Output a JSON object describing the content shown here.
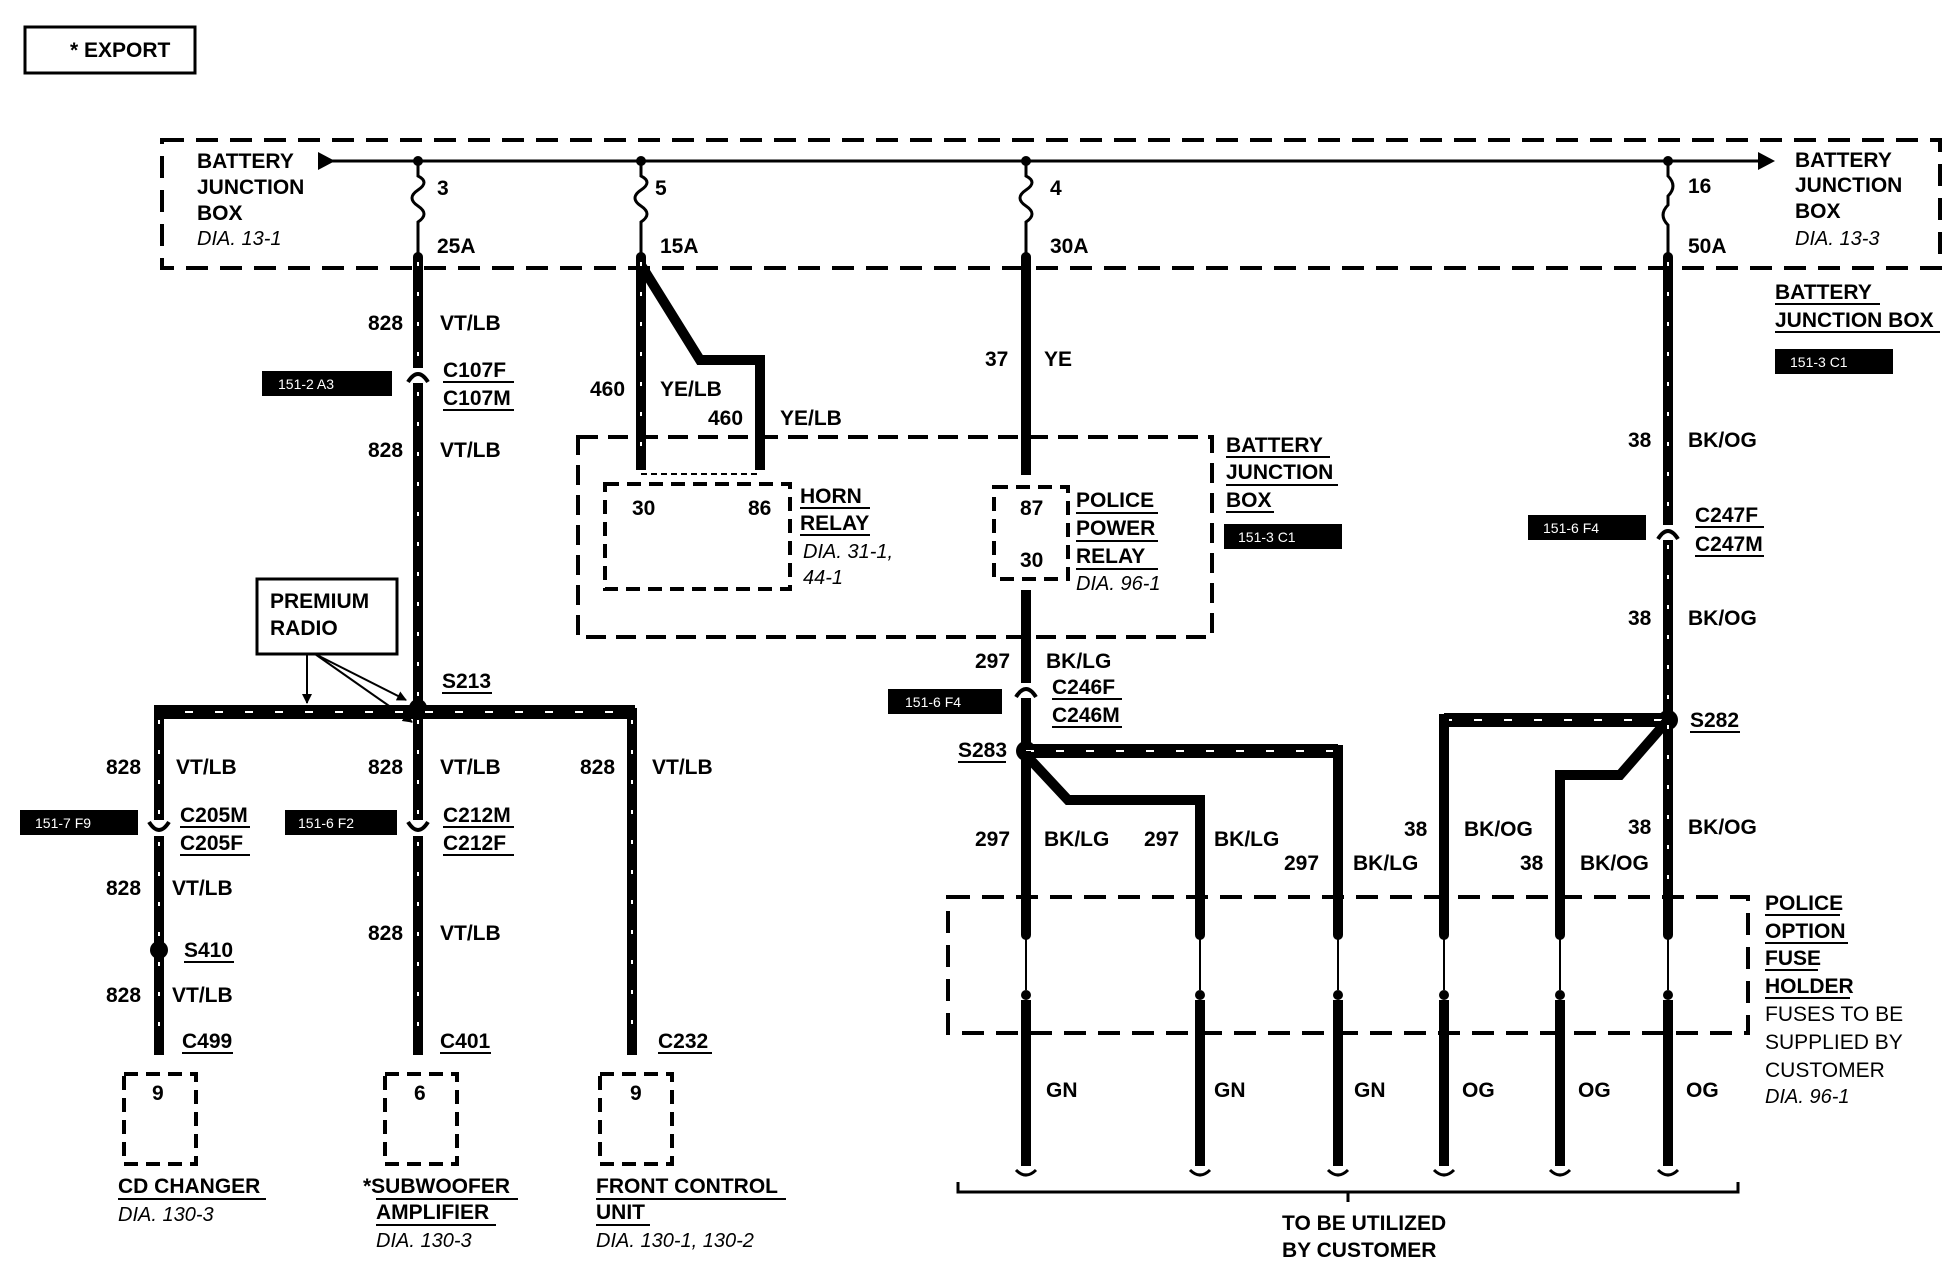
{
  "legend": {
    "export": "* EXPORT"
  },
  "bjb_left": {
    "l1": "BATTERY",
    "l2": "JUNCTION",
    "l3": "BOX",
    "dia": "DIA. 13-1"
  },
  "bjb_right": {
    "l1": "BATTERY",
    "l2": "JUNCTION",
    "l3": "BOX",
    "dia": "DIA. 13-3"
  },
  "bjb_far_right": {
    "l1": "BATTERY",
    "l2": "JUNCTION BOX",
    "tag": "151-3 C1"
  },
  "bjb_center": {
    "l1": "BATTERY",
    "l2": "JUNCTION",
    "l3": "BOX",
    "tag": "151-3 C1"
  },
  "fuses": [
    {
      "num": "3",
      "amp": "25A"
    },
    {
      "num": "5",
      "amp": "15A"
    },
    {
      "num": "4",
      "amp": "30A"
    },
    {
      "num": "16",
      "amp": "50A"
    }
  ],
  "circuit828": {
    "c1": "828",
    "col1": "VT/LB",
    "tag": "151-2 A3",
    "conn_f": "C107F",
    "conn_m": "C107M",
    "c2": "828",
    "col2": "VT/LB",
    "splice": "S213"
  },
  "premium_radio": {
    "l1": "PREMIUM",
    "l2": "RADIO"
  },
  "horn": {
    "c1": "460",
    "col1": "YE/LB",
    "c2": "460",
    "col2": "YE/LB",
    "pin30": "30",
    "pin86": "86",
    "l1": "HORN",
    "l2": "RELAY",
    "dia1": "DIA. 31-1,",
    "dia2": "44-1"
  },
  "police_relay": {
    "c": "37",
    "col": "YE",
    "pin87": "87",
    "pin30": "30",
    "l1": "POLICE",
    "l2": "POWER",
    "l3": "RELAY",
    "dia": "DIA. 96-1"
  },
  "circuit38": {
    "c1": "38",
    "col1": "BK/OG",
    "tag": "151-6 F4",
    "conn_f": "C247F",
    "conn_m": "C247M",
    "c2": "38",
    "col2": "BK/OG",
    "splice": "S282"
  },
  "circuit297": {
    "c": "297",
    "col": "BK/LG",
    "conn_f": "C246F",
    "conn_m": "C246M",
    "tag": "151-6 F4",
    "splice": "S283"
  },
  "branch_left": {
    "c1": "828",
    "col1": "VT/LB",
    "tag": "151-7 F9",
    "conn_m": "C205M",
    "conn_f": "C205F",
    "c2": "828",
    "col2": "VT/LB",
    "splice": "S410",
    "c3": "828",
    "col3": "VT/LB",
    "conn": "C499",
    "pin": "9",
    "name": "CD CHANGER",
    "dia": "DIA. 130-3"
  },
  "branch_mid": {
    "c1": "828",
    "col1": "VT/LB",
    "tag": "151-6 F2",
    "conn_m": "C212M",
    "conn_f": "C212F",
    "c2": "828",
    "col2": "VT/LB",
    "conn": "C401",
    "pin": "6",
    "name1": "*SUBWOOFER",
    "name2": "AMPLIFIER",
    "dia": "DIA. 130-3"
  },
  "branch_right": {
    "c1": "828",
    "col1": "VT/LB",
    "conn": "C232",
    "pin": "9",
    "name1": "FRONT CONTROL",
    "name2": "UNIT",
    "dia": "DIA. 130-1, 130-2"
  },
  "fuse_holder_wires": [
    {
      "c": "297",
      "col": "BK/LG"
    },
    {
      "c": "297",
      "col": "BK/LG"
    },
    {
      "c": "297",
      "col": "BK/LG"
    },
    {
      "c": "38",
      "col": "BK/OG"
    },
    {
      "c": "38",
      "col": "BK/OG"
    },
    {
      "c": "38",
      "col": "BK/OG"
    }
  ],
  "police_fuse_holder": {
    "l1": "POLICE",
    "l2": "OPTION",
    "l3": "FUSE",
    "l4": "HOLDER",
    "n1": "FUSES TO BE",
    "n2": "SUPPLIED BY",
    "n3": "CUSTOMER",
    "dia": "DIA. 96-1"
  },
  "outputs": [
    "GN",
    "GN",
    "GN",
    "OG",
    "OG",
    "OG"
  ],
  "customer": {
    "l1": "TO BE UTILIZED",
    "l2": "BY CUSTOMER"
  }
}
